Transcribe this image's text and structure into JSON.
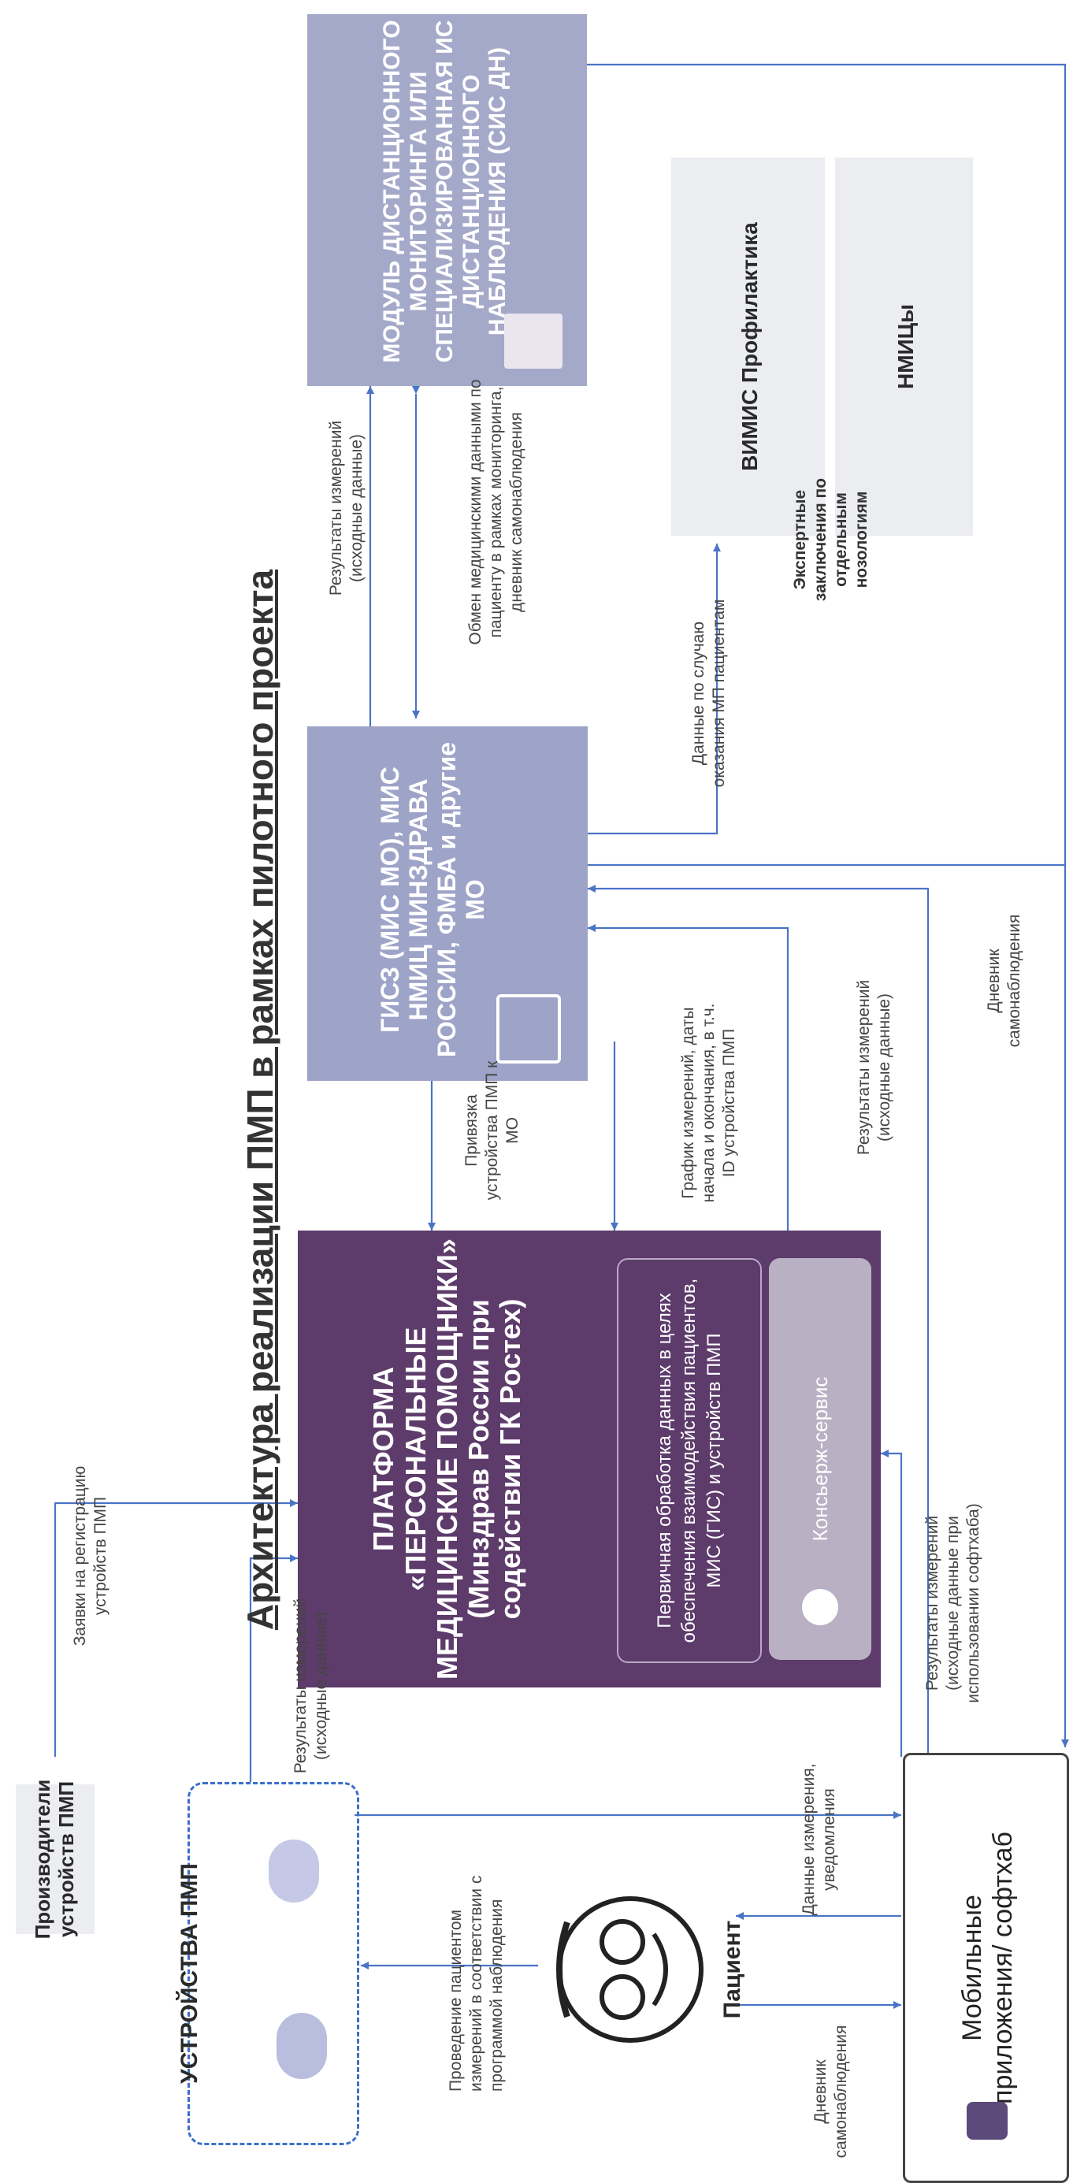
{
  "title": "Архитектура реализации ПМП в рамках пилотного проекта",
  "nodes": {
    "manufacturers": "Производители устройств ПМП",
    "devices": "УСТРОЙСТВА ПМП",
    "patient": "Пациент",
    "mobile": "Мобильные приложения/ софтхаб",
    "platform_title": "ПЛАТФОРМА «ПЕРСОНАЛЬНЫЕ МЕДИЦИНСКИЕ ПОМОЩНИКИ» (Минздрав России при содействии ГК Ростех)",
    "platform_processing": "Первичная обработка данных в целях обеспечения взаимодействия пациентов, МИС (ГИС) и устройств ПМП",
    "concierge": "Консьерж-сервис",
    "gisz": "ГИСЗ (МИС МО), МИС НМИЦ МИНЗДРАВА РОССИИ, ФМБА и другие МО",
    "sis": "МОДУЛЬ ДИСТАНЦИОННОГО МОНИТОРИНГА ИЛИ СПЕЦИАЛИЗИРОВАННАЯ ИС ДИСТАНЦИОННОГО НАБЛЮДЕНИЯ (СИС ДН)",
    "vimis": "ВИМИС Профилактика",
    "nmic": "НМИЦы"
  },
  "edges": {
    "reg_requests": "Заявки на регистрацию устройств ПМП",
    "device_results": "Результаты измерений (исходные данные)",
    "patient_measure": "Проведение пациентом измерений в соответствии с программой наблюдения",
    "measure_data": "Данные измерения, уведомления",
    "self_diary_1": "Дневник самонаблюдения",
    "softhub_results": "Результаты измерений (исходные данные при использовании софтхаба)",
    "binding": "Привязка устройства ПМП к МО",
    "schedule": "График измерений, даты начала и окончания, в т.ч. ID устройства ПМП",
    "platform_results": "Результаты измерений (исходные данные)",
    "self_diary_2": "Дневник самонаблюдения",
    "sis_results": "Результаты измерений (исходные данные)",
    "exchange": "Обмен медицинскими данными по пациенту в рамках мониторинга, дневник самонаблюдения",
    "mp_data": "Данные по случаю оказания МП пациентам",
    "expert": "Экспертные заключения по отдельным нозологиям"
  },
  "colors": {
    "platform": "#5d3b6b",
    "platform_inner": "#7f6b8b",
    "concierge": "#b9b0c3",
    "gisz": "#9ea3c8",
    "sis": "#a5a9c9",
    "light_panel": "#ecedf1",
    "arrow": "#4a74c6",
    "device_border": "#3b6fc9"
  }
}
